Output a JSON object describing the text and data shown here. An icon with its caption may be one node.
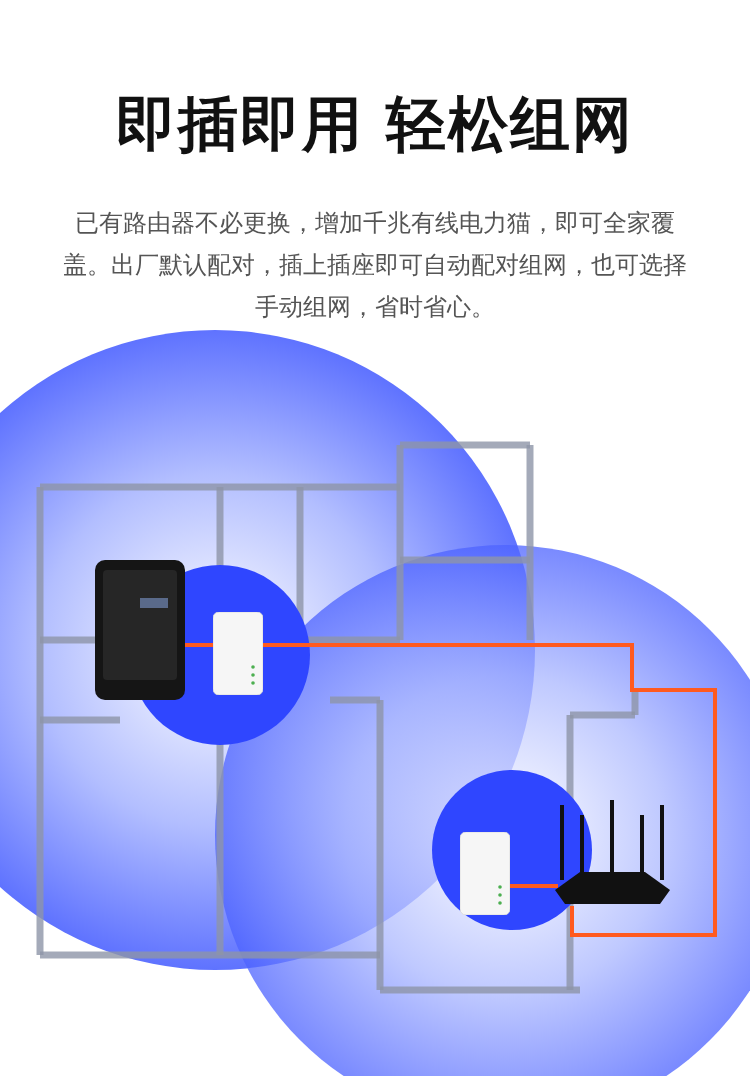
{
  "diagram": {
    "title": "即插即用 轻松组网",
    "nodes": [
      {
        "text": [],
        "shape": "picture"
      },
      {
        "text": [],
        "shape": "picture"
      },
      {
        "text": [],
        "shape": "picture"
      },
      {
        "text": [],
        "shape": "picture"
      }
    ],
    "edges": [
      {
        "from": 0,
        "to": 1,
        "arrow": "none"
      },
      {
        "from": 1,
        "to": 3,
        "arrow": "none"
      },
      {
        "from": 2,
        "to": 3,
        "arrow": "none"
      }
    ],
    "labels": [
      "已有路由器不必更换，增加千兆有线电力猫，即可全家覆盖。出厂默认配对，插上插座即可自动配对组网，也可选择手动组网，省时省心。"
    ]
  }
}
